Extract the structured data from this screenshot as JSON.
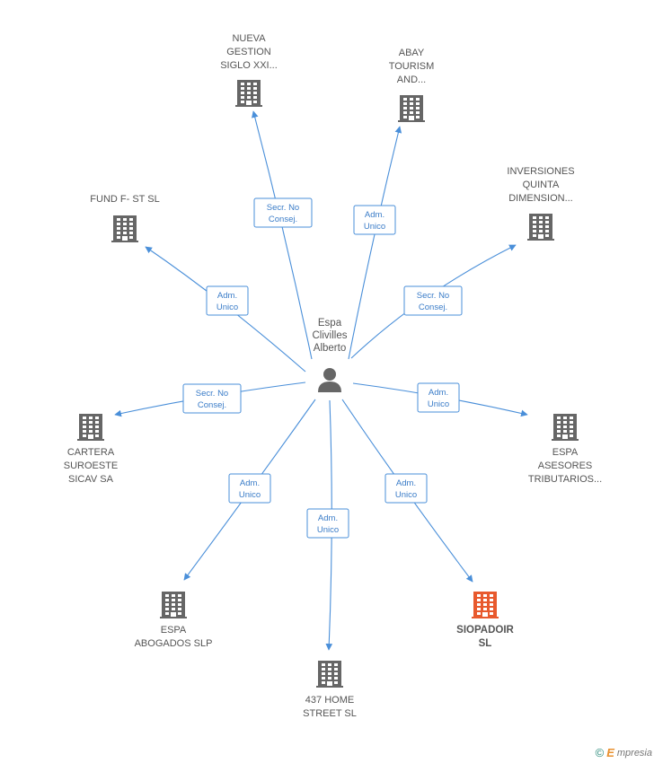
{
  "person": {
    "label": [
      "Espa",
      "Clivilles",
      "Alberto"
    ],
    "icon": "person-icon",
    "color": "#666666"
  },
  "companies": [
    {
      "id": "nueva-gestion",
      "label": [
        "NUEVA",
        "GESTION",
        "SIGLO XXI..."
      ],
      "color": "#666666",
      "highlight": false
    },
    {
      "id": "abay-tourism",
      "label": [
        "ABAY",
        "TOURISM",
        "AND..."
      ],
      "color": "#666666",
      "highlight": false
    },
    {
      "id": "inversiones-quinta",
      "label": [
        "INVERSIONES",
        "QUINTA",
        "DIMENSION..."
      ],
      "color": "#666666",
      "highlight": false
    },
    {
      "id": "fund-fst",
      "label": [
        "FUND F- ST SL"
      ],
      "color": "#666666",
      "highlight": false
    },
    {
      "id": "cartera-suroeste",
      "label": [
        "CARTERA",
        "SUROESTE",
        "SICAV SA"
      ],
      "color": "#666666",
      "highlight": false
    },
    {
      "id": "espa-asesores",
      "label": [
        "ESPA",
        "ASESORES",
        "TRIBUTARIOS..."
      ],
      "color": "#666666",
      "highlight": false
    },
    {
      "id": "espa-abogados",
      "label": [
        "ESPA",
        "ABOGADOS SLP"
      ],
      "color": "#666666",
      "highlight": false
    },
    {
      "id": "home-street",
      "label": [
        "437 HOME",
        "STREET SL"
      ],
      "color": "#666666",
      "highlight": false
    },
    {
      "id": "siopadoir",
      "label": [
        "SIOPADOIR",
        "SL"
      ],
      "color": "#e8592d",
      "highlight": true
    }
  ],
  "edges": [
    {
      "to": "nueva-gestion",
      "role": [
        "Secr. No",
        "Consej."
      ]
    },
    {
      "to": "abay-tourism",
      "role": [
        "Adm.",
        "Unico"
      ]
    },
    {
      "to": "inversiones-quinta",
      "role": [
        "Secr. No",
        "Consej."
      ]
    },
    {
      "to": "fund-fst",
      "role": [
        "Adm.",
        "Unico"
      ]
    },
    {
      "to": "cartera-suroeste",
      "role": [
        "Secr. No",
        "Consej."
      ]
    },
    {
      "to": "espa-asesores",
      "role": [
        "Adm.",
        "Unico"
      ]
    },
    {
      "to": "espa-abogados",
      "role": [
        "Adm.",
        "Unico"
      ]
    },
    {
      "to": "home-street",
      "role": [
        "Adm.",
        "Unico"
      ]
    },
    {
      "to": "siopadoir",
      "role": [
        "Adm.",
        "Unico"
      ]
    }
  ],
  "colors": {
    "edge": "#4a8fd9",
    "role_text": "#3a7cc8"
  },
  "footer": {
    "copyright": "©",
    "brand_initial": "E",
    "brand_rest": "mpresia"
  }
}
